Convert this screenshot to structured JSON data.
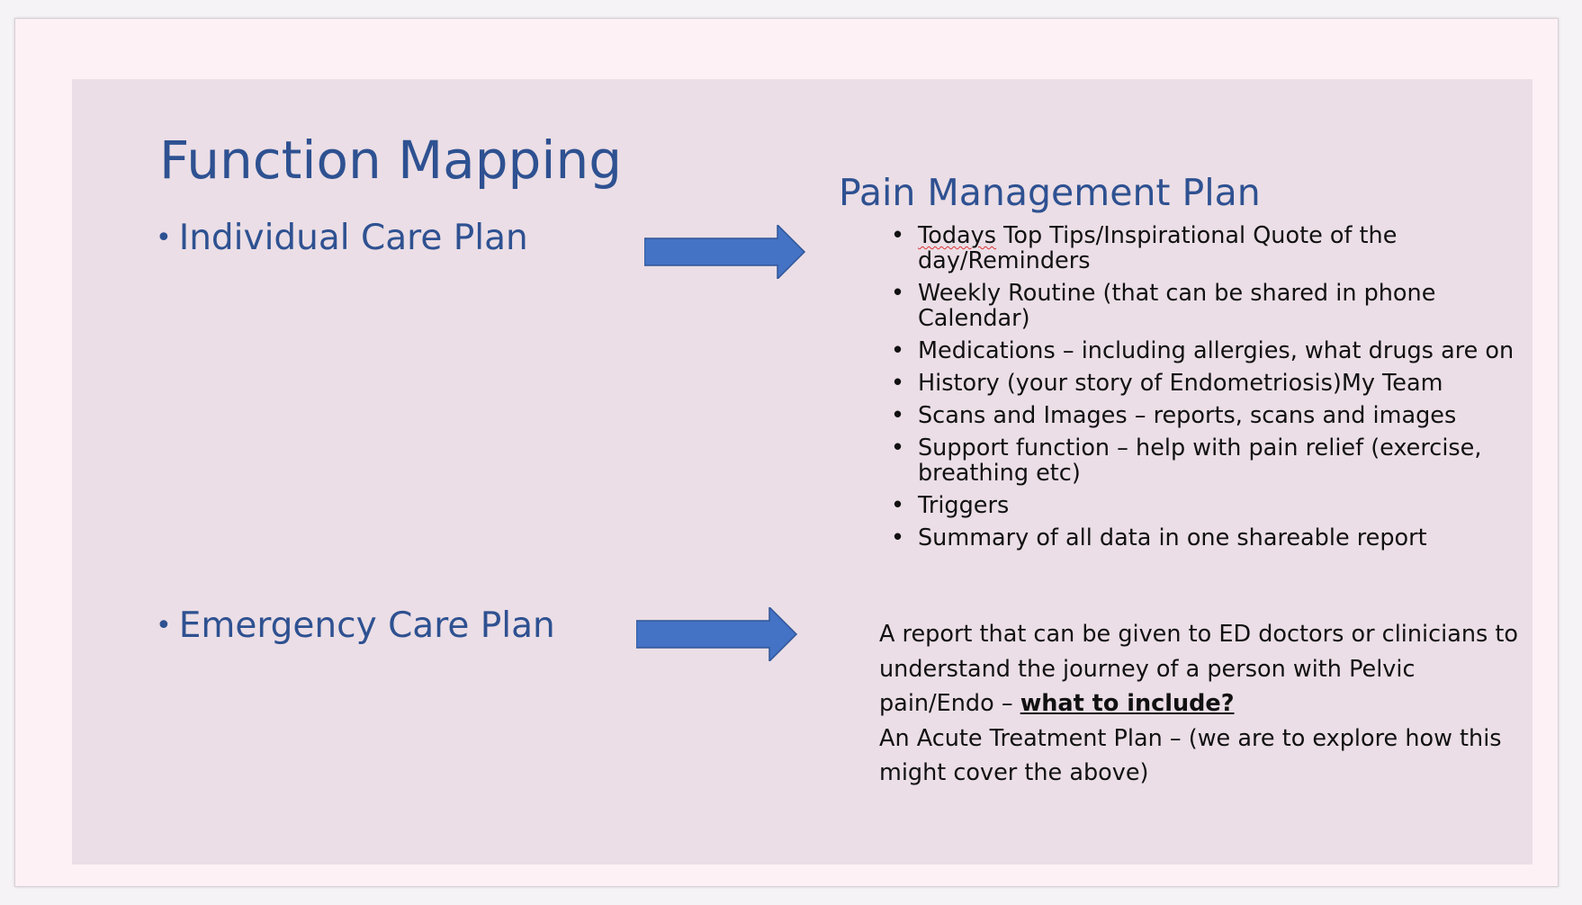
{
  "slide": {
    "title": "Function Mapping",
    "left_items": [
      {
        "label": "Individual Care Plan"
      },
      {
        "label": "Emergency Care Plan"
      }
    ],
    "pain_management": {
      "heading": "Pain Management Plan",
      "first_item_misspelled": "Todays",
      "first_item_rest": " Top Tips/Inspirational Quote of the day/Reminders",
      "items": [
        "Weekly Routine (that can be shared in phone Calendar)",
        "Medications – including allergies, what drugs are on",
        "History (your story of Endometriosis)My Team",
        "Scans and Images – reports, scans and images",
        "Support function – help with pain relief (exercise, breathing etc)",
        "Triggers",
        "Summary of all data in one shareable report"
      ]
    },
    "emergency": {
      "para1_text": "A report that can be given to ED doctors or clinicians to understand the journey of a person with Pelvic pain/Endo – ",
      "para1_emphasis": "what to include?",
      "para2_text": "An Acute Treatment Plan – (we are to explore how this might cover the above)"
    },
    "colors": {
      "accent_text": "#2e5191",
      "arrow_fill": "#4472c4",
      "slide_bg": "#ebdee6"
    }
  }
}
